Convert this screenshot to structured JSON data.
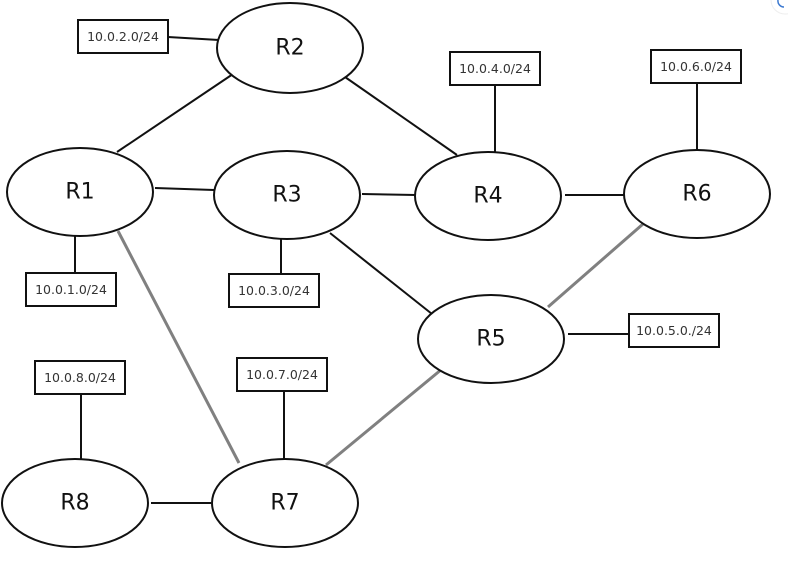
{
  "diagram": {
    "title": "Router network topology",
    "routers": [
      {
        "id": "R1",
        "label": "R1"
      },
      {
        "id": "R2",
        "label": "R2"
      },
      {
        "id": "R3",
        "label": "R3"
      },
      {
        "id": "R4",
        "label": "R4"
      },
      {
        "id": "R5",
        "label": "R5"
      },
      {
        "id": "R6",
        "label": "R6"
      },
      {
        "id": "R7",
        "label": "R7"
      },
      {
        "id": "R8",
        "label": "R8"
      }
    ],
    "networks": [
      {
        "id": "net-r1",
        "router": "R1",
        "label": "10.0.1.0/24"
      },
      {
        "id": "net-r2",
        "router": "R2",
        "label": "10.0.2.0/24"
      },
      {
        "id": "net-r3",
        "router": "R3",
        "label": "10.0.3.0/24"
      },
      {
        "id": "net-r4",
        "router": "R4",
        "label": "10.0.4.0/24"
      },
      {
        "id": "net-r5",
        "router": "R5",
        "label": "10.0.5.0./24"
      },
      {
        "id": "net-r6",
        "router": "R6",
        "label": "10.0.6.0/24"
      },
      {
        "id": "net-r7",
        "router": "R7",
        "label": "10.0.7.0/24"
      },
      {
        "id": "net-r8",
        "router": "R8",
        "label": "10.0.8.0/24"
      }
    ],
    "links": [
      {
        "from": "R1",
        "to": "R2",
        "style": "black"
      },
      {
        "from": "R1",
        "to": "R3",
        "style": "black"
      },
      {
        "from": "R1",
        "to": "R7",
        "style": "gray"
      },
      {
        "from": "R2",
        "to": "R4",
        "style": "black"
      },
      {
        "from": "R3",
        "to": "R4",
        "style": "black"
      },
      {
        "from": "R3",
        "to": "R5",
        "style": "black"
      },
      {
        "from": "R4",
        "to": "R6",
        "style": "black"
      },
      {
        "from": "R5",
        "to": "R6",
        "style": "gray"
      },
      {
        "from": "R5",
        "to": "R7",
        "style": "gray"
      },
      {
        "from": "R7",
        "to": "R8",
        "style": "black"
      }
    ],
    "colors": {
      "stroke": "#111111",
      "gray_link": "#808080",
      "text": "#111111",
      "network_text": "#333333",
      "background": "#ffffff"
    }
  }
}
